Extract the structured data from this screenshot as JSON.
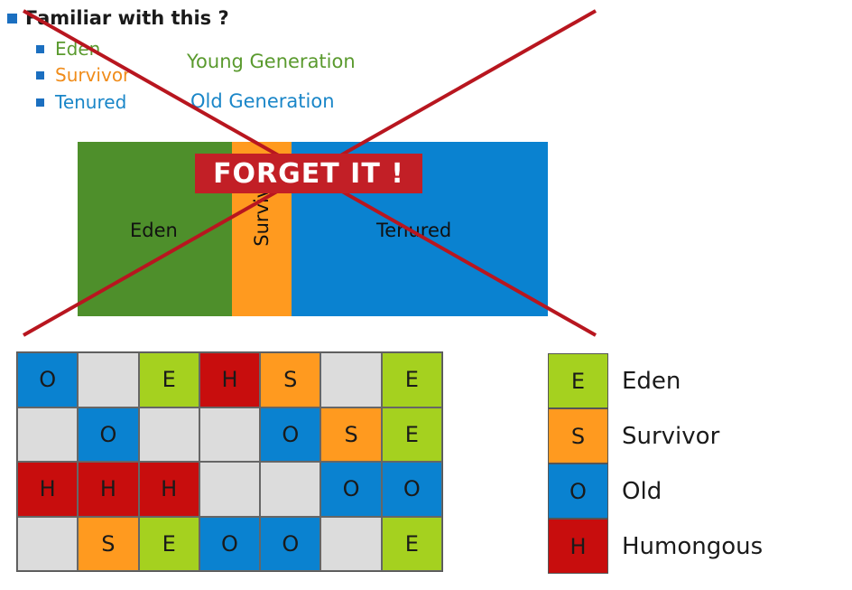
{
  "heading": "Familiar with this ?",
  "list": [
    {
      "label": "Eden",
      "color": "#5a9a2e"
    },
    {
      "label": "Survivor",
      "color": "#f08c1a"
    },
    {
      "label": "Tenured",
      "color": "#1a86c8"
    }
  ],
  "generations": [
    {
      "label": "Young Generation",
      "color": "#5a9a2e"
    },
    {
      "label": "Old Generation",
      "color": "#1a86c8"
    }
  ],
  "gen_bar": {
    "eden": "Eden",
    "survivor": "Survivor",
    "tenured": "Tenured"
  },
  "banner": "FORGET IT !",
  "colors": {
    "E": "#a5d11f",
    "S": "#ff9a1f",
    "O": "#0a82d0",
    "H": "#c80d0d",
    "empty": "#dcdcdc",
    "cross": "#b8161f"
  },
  "grid": [
    [
      "O",
      "",
      "E",
      "H",
      "S",
      "",
      "E"
    ],
    [
      "",
      "O",
      "",
      "",
      "O",
      "S",
      "E"
    ],
    [
      "H",
      "H",
      "H",
      "",
      "",
      "O",
      "O"
    ],
    [
      "",
      "S",
      "E",
      "O",
      "O",
      "",
      "E"
    ]
  ],
  "legend": [
    {
      "letter": "E",
      "label": "Eden"
    },
    {
      "letter": "S",
      "label": "Survivor"
    },
    {
      "letter": "O",
      "label": "Old"
    },
    {
      "letter": "H",
      "label": "Humongous"
    }
  ]
}
